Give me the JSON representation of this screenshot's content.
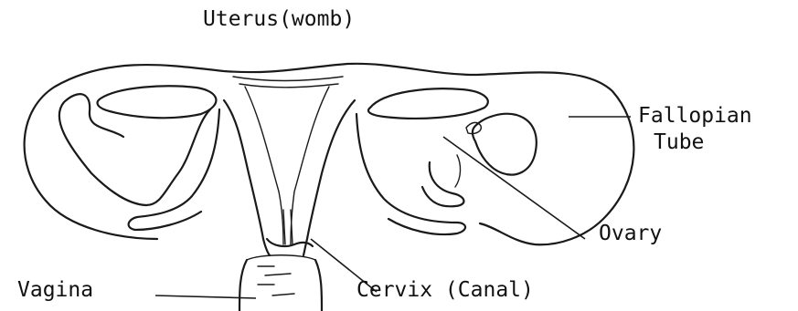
{
  "labels": {
    "uterus": "Uterus(womb)",
    "fallopian_line1": "Fallopian",
    "fallopian_line2": "Tube",
    "ovary": "Ovary",
    "vagina": "Vagina",
    "cervix": "Cervix (Canal)"
  },
  "colors": {
    "ink": "#1a1a1a",
    "background": "#ffffff"
  }
}
